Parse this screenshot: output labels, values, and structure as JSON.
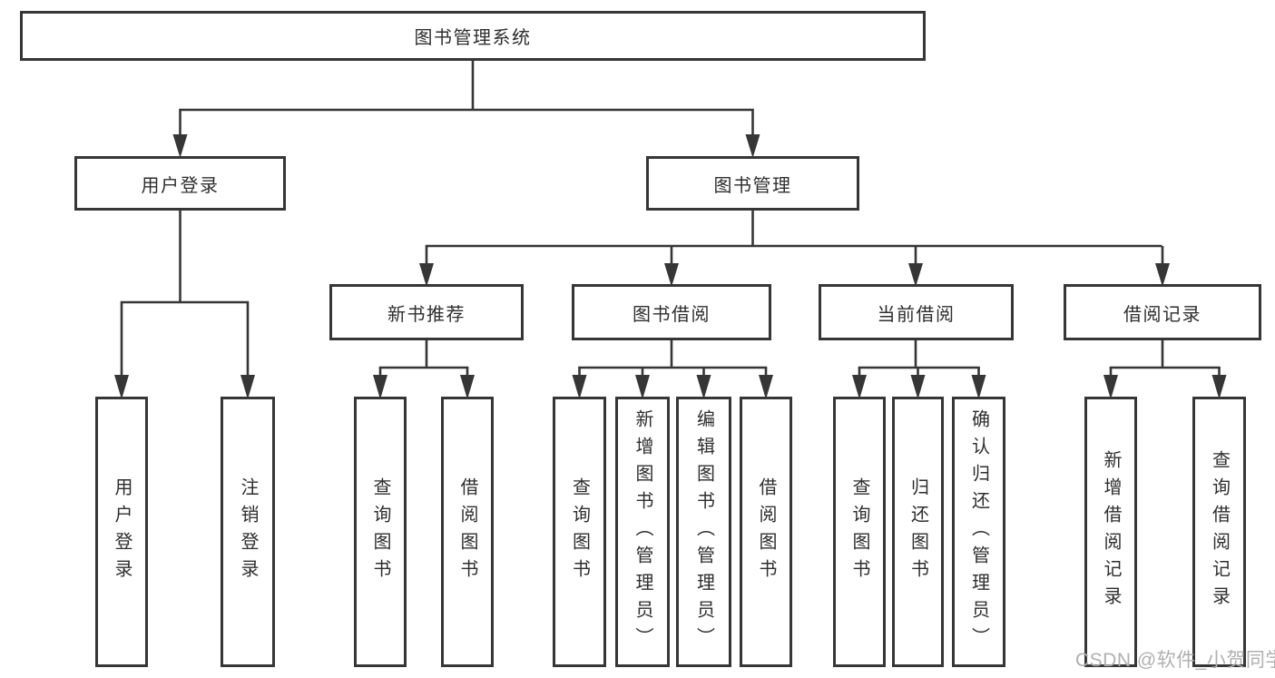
{
  "tree": {
    "root": {
      "label": "图书管理系统"
    },
    "branches": [
      {
        "label": "用户登录",
        "children": [
          {
            "label": "用户登录"
          },
          {
            "label": "注销登录"
          }
        ]
      },
      {
        "label": "图书管理",
        "children": [
          {
            "label": "新书推荐",
            "children": [
              {
                "label": "查询图书"
              },
              {
                "label": "借阅图书"
              }
            ]
          },
          {
            "label": "图书借阅",
            "children": [
              {
                "label": "查询图书"
              },
              {
                "label": "新增图书（管理员）"
              },
              {
                "label": "编辑图书（管理员）"
              },
              {
                "label": "借阅图书"
              }
            ]
          },
          {
            "label": "当前借阅",
            "children": [
              {
                "label": "查询图书"
              },
              {
                "label": "归还图书"
              },
              {
                "label": "确认归还（管理员）"
              }
            ]
          },
          {
            "label": "借阅记录",
            "children": [
              {
                "label": "新增借阅记录"
              },
              {
                "label": "查询借阅记录"
              }
            ]
          }
        ]
      }
    ]
  },
  "watermark": {
    "text": "CSDN @软件_小贺同学"
  },
  "colors": {
    "line": "#363636",
    "text": "#2e2e2e",
    "background": "#ffffff",
    "watermark": "#b0b0b0"
  }
}
